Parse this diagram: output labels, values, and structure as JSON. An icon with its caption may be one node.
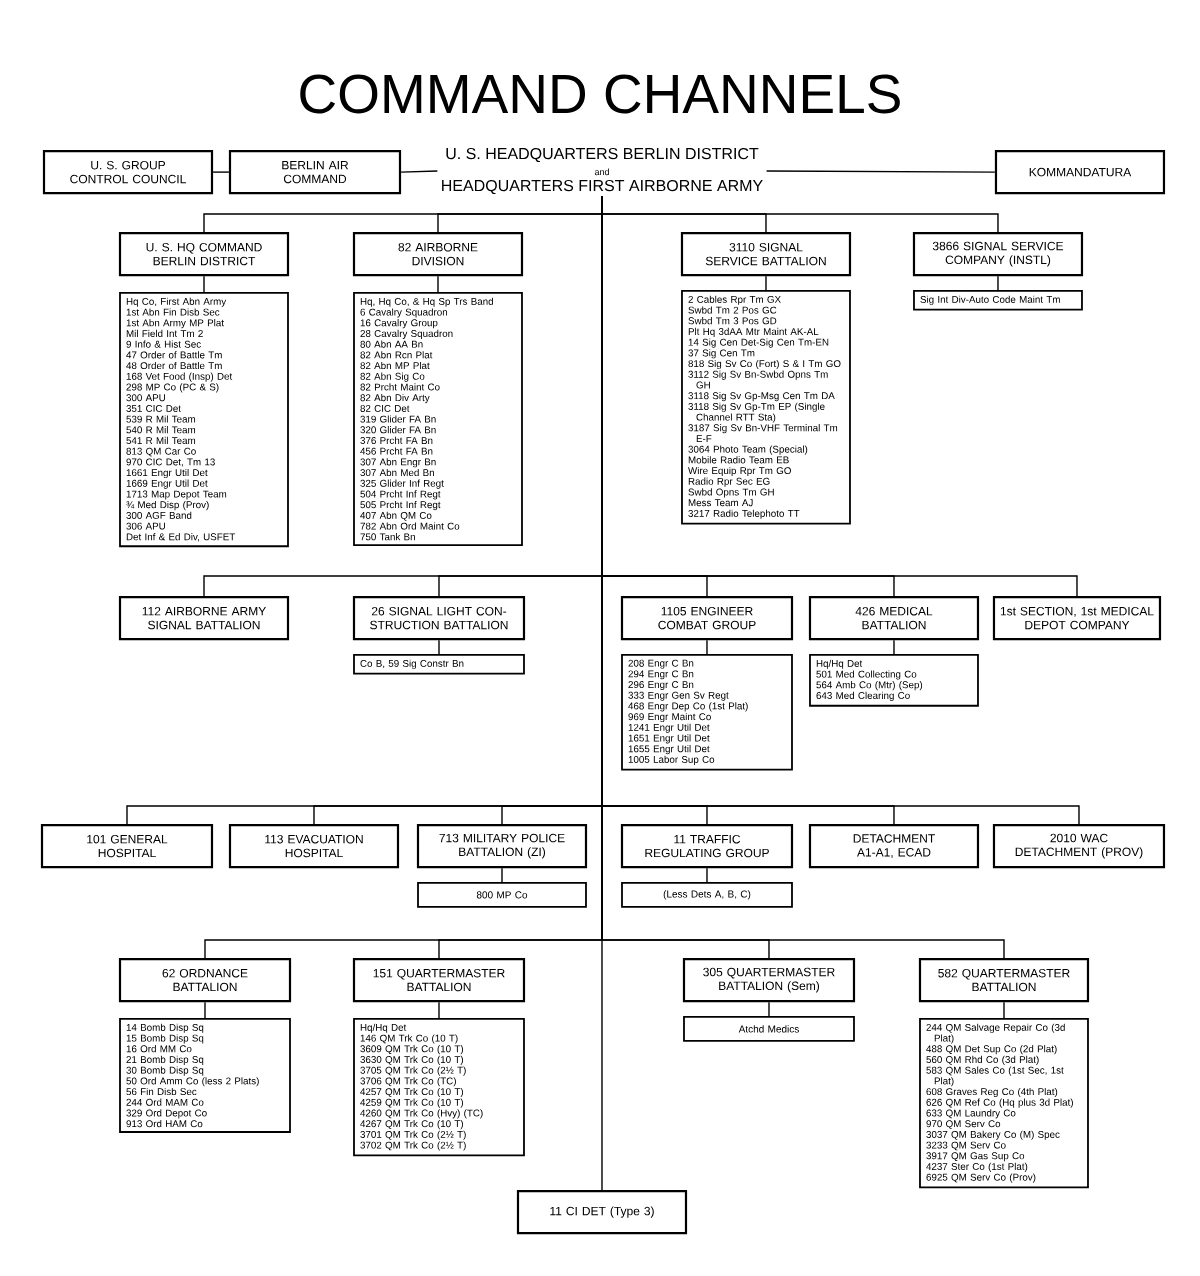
{
  "diagram": {
    "title": "COMMAND CHANNELS",
    "nodes": [
      {
        "text": [
          "U. S. GROUP CONTROL COUNCIL"
        ]
      },
      {
        "text": [
          "BERLIN AIR COMMAND"
        ]
      },
      {
        "text": [
          "U. S. HEADQUARTERS BERLIN DISTRICT",
          "and",
          "HEADQUARTERS FIRST AIRBORNE ARMY"
        ]
      },
      {
        "text": [
          "KOMMANDATURA"
        ]
      },
      {
        "text": [
          "U. S. HQ COMMAND BERLIN DISTRICT"
        ]
      },
      {
        "text": [
          "82 AIRBORNE DIVISION"
        ]
      },
      {
        "text": [
          "3110 SIGNAL SERVICE BATTALION"
        ]
      },
      {
        "text": [
          "3866 SIGNAL SERVICE COMPANY (INSTL)"
        ]
      },
      {
        "text": [
          "Hq Co, First Abn Army",
          "1st Abn Fin Disb Sec",
          "1st Abn Army MP Plat",
          "Mil Field Int Tm 2",
          "9 Info & Hist Sec",
          "47 Order of Battle Tm",
          "48 Order of Battle Tm",
          "168 Vet Food (Insp) Det",
          "298 MP Co (PC & S)",
          "300 APU",
          "351 CIC Det",
          "539 R Mil Team",
          "540 R Mil Team",
          "541 R Mil Team",
          "813 QM Car Co",
          "970 CIC Det, Tm 13",
          "1661 Engr Util Det",
          "1669 Engr Util Det",
          "1713 Map Depot Team",
          "¾ Med Disp (Prov)",
          "300 AGF Band",
          "306 APU",
          "Det Inf & Ed Div, USFET"
        ]
      },
      {
        "text": [
          "Hq, Hq Co, & Hq Sp Trs Band",
          "6 Cavalry Squadron",
          "16 Cavalry Group",
          "28 Cavalry Squadron",
          "80 Abn AA Bn",
          "82 Abn Rcn Plat",
          "82 Abn MP Plat",
          "82 Abn Sig Co",
          "82 Prcht Maint Co",
          "82 Abn Div Arty",
          "82 CIC Det",
          "319 Glider FA Bn",
          "320 Glider FA Bn",
          "376 Prcht FA Bn",
          "456 Prcht FA Bn",
          "307 Abn Engr Bn",
          "307 Abn Med Bn",
          "325 Glider Inf Regt",
          "504 Prcht Inf Regt",
          "505 Prcht Inf Regt",
          "407 Abn QM Co",
          "782 Abn Ord Maint Co",
          "750 Tank Bn"
        ]
      },
      {
        "text": [
          "2 Cables Rpr Tm GX",
          "Swbd Tm 2 Pos GC",
          "Swbd Tm 3 Pos GD",
          "Plt Hq 3dAA Mtr Maint AK-AL",
          "14 Sig Cen Det-Sig Cen Tm-EN",
          "37 Sig Cen Tm",
          "818 Sig Sv Co (Fort) S & I Tm GO",
          "3112 Sig Sv Bn-Swbd Opns Tm GH",
          "3118 Sig Sv Gp-Msg Cen Tm DA",
          "3118 Sig Sv Gp-Tm EP (Single Channel RTT Sta)",
          "3187 Sig Sv Bn-VHF Terminal Tm E-F",
          "3064 Photo Team (Special)",
          "Mobile Radio Team EB",
          "Wire Equip Rpr Tm GO",
          "Radio Rpr Sec EG",
          "Swbd Opns Tm GH",
          "Mess Team AJ",
          "3217 Radio Telephoto TT"
        ]
      },
      {
        "text": [
          "Sig Int Div-Auto Code Maint Tm"
        ]
      },
      {
        "text": [
          "112 AIRBORNE ARMY SIGNAL BATTALION"
        ]
      },
      {
        "text": [
          "26 SIGNAL LIGHT CON- STRUCTION BATTALION"
        ]
      },
      {
        "text": [
          "1105 ENGINEER COMBAT GROUP"
        ]
      },
      {
        "text": [
          "426 MEDICAL BATTALION"
        ]
      },
      {
        "text": [
          "1st SECTION, 1st MEDICAL DEPOT COMPANY"
        ]
      },
      {
        "text": [
          "Co B, 59 Sig Constr Bn"
        ]
      },
      {
        "text": [
          "208 Engr C Bn",
          "294 Engr C Bn",
          "296 Engr C Bn",
          "333 Engr Gen Sv Regt",
          "468 Engr Dep Co (1st Plat)",
          "969 Engr Maint Co",
          "1241 Engr Util Det",
          "1651 Engr Util Det",
          "1655 Engr Util Det",
          "1005 Labor Sup Co"
        ]
      },
      {
        "text": [
          "Hq/Hq Det",
          "501 Med Collecting Co",
          "564 Amb Co (Mtr) (Sep)",
          "643 Med Clearing Co"
        ]
      },
      {
        "text": [
          "101 GENERAL HOSPITAL"
        ]
      },
      {
        "text": [
          "113 EVACUATION HOSPITAL"
        ]
      },
      {
        "text": [
          "713 MILITARY POLICE BATTALION (ZI)"
        ]
      },
      {
        "text": [
          "11 TRAFFIC REGULATING GROUP"
        ]
      },
      {
        "text": [
          "DETACHMENT A1-A1, ECAD"
        ]
      },
      {
        "text": [
          "2010 WAC DETACHMENT (PROV)"
        ]
      },
      {
        "text": [
          "800 MP Co"
        ]
      },
      {
        "text": [
          "(Less Dets A, B, C)"
        ]
      },
      {
        "text": [
          "62 ORDNANCE BATTALION"
        ]
      },
      {
        "text": [
          "151 QUARTERMASTER BATTALION"
        ]
      },
      {
        "text": [
          "305 QUARTERMASTER BATTALION (Sem)"
        ]
      },
      {
        "text": [
          "582 QUARTERMASTER BATTALION"
        ]
      },
      {
        "text": [
          "14 Bomb Disp Sq",
          "15 Bomb Disp Sq",
          "16 Ord MM Co",
          "21 Bomb Disp Sq",
          "30 Bomb Disp Sq",
          "50 Ord Amm Co (less 2 Plats)",
          "56 Fin Disb Sec",
          "244 Ord MAM Co",
          "329 Ord Depot Co",
          "913 Ord HAM Co"
        ]
      },
      {
        "text": [
          "Hq/Hq Det",
          "146 QM Trk Co (10 T)",
          "3609 QM Trk Co (10 T)",
          "3630 QM Trk Co (10 T)",
          "3705 QM Trk Co (2½ T)",
          "3706 QM Trk Co (TC)",
          "4257 QM Trk Co (10 T)",
          "4259 QM Trk Co (10 T)",
          "4260 QM Trk Co (Hvy) (TC)",
          "4267 QM Trk Co (10 T)",
          "3701 QM Trk Co (2½ T)",
          "3702 QM Trk Co (2½ T)"
        ]
      },
      {
        "text": [
          "Atchd Medics"
        ]
      },
      {
        "text": [
          "244 QM Salvage Repair Co (3d Plat)",
          "488 QM Det Sup Co (2d Plat)",
          "560 QM Rhd Co (3d Plat)",
          "583 QM Sales Co (1st Sec, 1st Plat)",
          "608 Graves Reg Co (4th Plat)",
          "626 QM Ref Co (Hq plus 3d Plat)",
          "633 QM Laundry Co",
          "970 QM Serv Co",
          "3037 QM Bakery Co (M) Spec",
          "3233 QM Serv Co",
          "3917 QM Gas Sup Co",
          "4237 Ster Co (1st Plat)",
          "6925 QM Serv Co (Prov)"
        ]
      },
      {
        "text": [
          "11 CI DET (Type 3)"
        ]
      }
    ],
    "edges": [
      {
        "from": 0,
        "to": 1,
        "arrow": "none"
      },
      {
        "from": 1,
        "to": 2,
        "arrow": "none"
      },
      {
        "from": 2,
        "to": 3,
        "arrow": "none"
      },
      {
        "from": 2,
        "to": 4,
        "arrow": "none"
      },
      {
        "from": 2,
        "to": 5,
        "arrow": "none"
      },
      {
        "from": 2,
        "to": 6,
        "arrow": "none"
      },
      {
        "from": 2,
        "to": 7,
        "arrow": "none"
      },
      {
        "from": 4,
        "to": 8,
        "arrow": "none"
      },
      {
        "from": 5,
        "to": 9,
        "arrow": "none"
      },
      {
        "from": 6,
        "to": 10,
        "arrow": "none"
      },
      {
        "from": 7,
        "to": 11,
        "arrow": "none"
      },
      {
        "from": 2,
        "to": 12,
        "arrow": "none"
      },
      {
        "from": 2,
        "to": 13,
        "arrow": "none"
      },
      {
        "from": 2,
        "to": 14,
        "arrow": "none"
      },
      {
        "from": 2,
        "to": 15,
        "arrow": "none"
      },
      {
        "from": 2,
        "to": 16,
        "arrow": "none"
      },
      {
        "from": 13,
        "to": 17,
        "arrow": "none"
      },
      {
        "from": 14,
        "to": 18,
        "arrow": "none"
      },
      {
        "from": 15,
        "to": 19,
        "arrow": "none"
      },
      {
        "from": 2,
        "to": 20,
        "arrow": "none"
      },
      {
        "from": 2,
        "to": 21,
        "arrow": "none"
      },
      {
        "from": 2,
        "to": 22,
        "arrow": "none"
      },
      {
        "from": 2,
        "to": 23,
        "arrow": "none"
      },
      {
        "from": 2,
        "to": 24,
        "arrow": "none"
      },
      {
        "from": 2,
        "to": 25,
        "arrow": "none"
      },
      {
        "from": 22,
        "to": 26,
        "arrow": "none"
      },
      {
        "from": 23,
        "to": 27,
        "arrow": "none"
      },
      {
        "from": 2,
        "to": 28,
        "arrow": "none"
      },
      {
        "from": 2,
        "to": 29,
        "arrow": "none"
      },
      {
        "from": 2,
        "to": 30,
        "arrow": "none"
      },
      {
        "from": 2,
        "to": 31,
        "arrow": "none"
      },
      {
        "from": 28,
        "to": 32,
        "arrow": "none"
      },
      {
        "from": 29,
        "to": 33,
        "arrow": "none"
      },
      {
        "from": 30,
        "to": 34,
        "arrow": "none"
      },
      {
        "from": 31,
        "to": 35,
        "arrow": "none"
      },
      {
        "from": 2,
        "to": 36,
        "arrow": "none"
      }
    ]
  }
}
